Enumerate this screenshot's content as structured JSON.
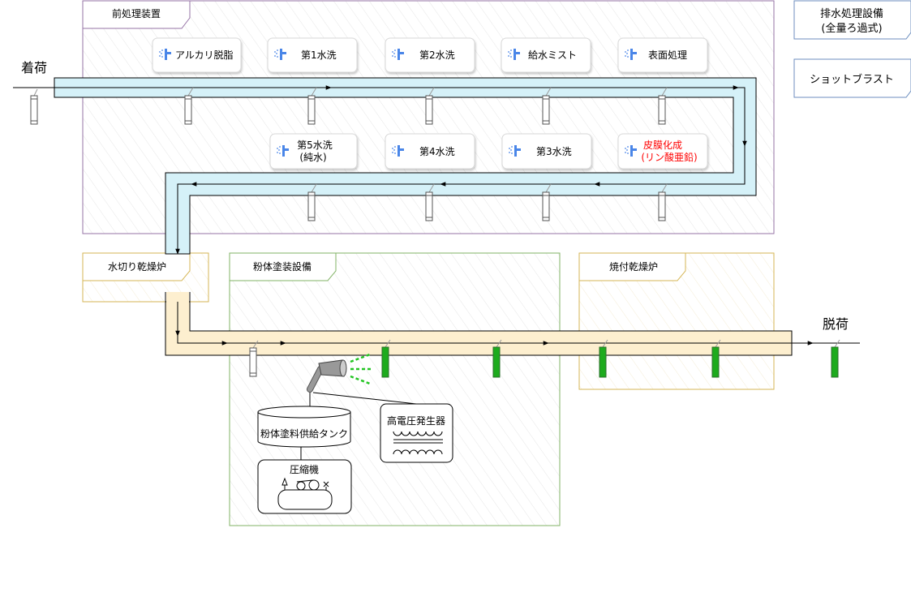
{
  "sections": {
    "pretreatment": "前処理装置",
    "dewater_dryer": "水切り乾燥炉",
    "powder_coating": "粉体塗装設備",
    "baking_dryer": "焼付乾燥炉"
  },
  "side_boxes": {
    "wastewater_line1": "排水処理設備",
    "wastewater_line2": "(全量ろ過式)",
    "shot_blast": "ショットブラスト"
  },
  "endpoints": {
    "incoming": "着荷",
    "outgoing": "脱荷"
  },
  "stations_upper": [
    "アルカリ脱脂",
    "第1水洗",
    "第2水洗",
    "給水ミスト",
    "表面処理"
  ],
  "stations_lower": [
    {
      "line1": "第5水洗",
      "line2": "(純水)",
      "highlight": false
    },
    {
      "line1": "第4水洗",
      "line2": "",
      "highlight": false
    },
    {
      "line1": "第3水洗",
      "line2": "",
      "highlight": false
    },
    {
      "line1": "皮膜化成",
      "line2": "(リン酸亜鉛)",
      "highlight": true
    }
  ],
  "equipment": {
    "tank": "粉体塗料供給タンク",
    "compressor": "圧縮機",
    "hv_generator": "高電圧発生器"
  },
  "colors": {
    "pretreatment_border": "#9673a6",
    "coating_border": "#82b366",
    "dryer_border": "#d6b656",
    "side_box_border": "#6c8ebf",
    "conveyor_blue": "#d5f1f8",
    "conveyor_yellow": "#fdefcf",
    "hanger_green": "#1dab1d",
    "highlight_text": "#ff0000",
    "icon_blue": "#4a86e8"
  },
  "icons": {
    "station": "water-spray-icon",
    "spray_gun": "spray-gun-icon"
  }
}
